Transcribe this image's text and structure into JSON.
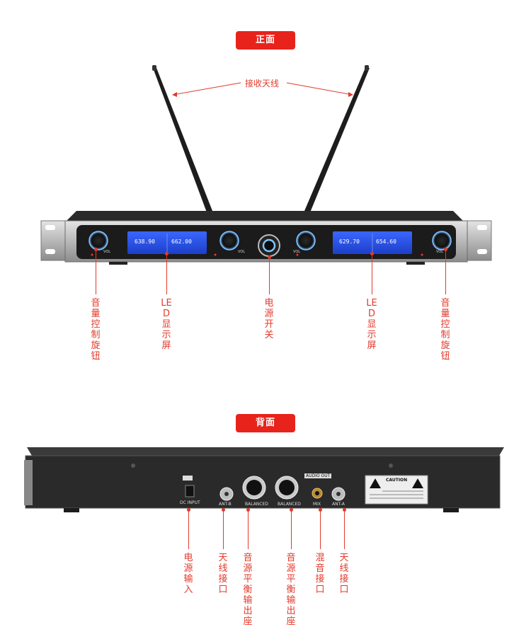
{
  "front": {
    "badge": "正面",
    "antenna_label": "接收天线",
    "display_a": {
      "freq_left": "638.90",
      "freq_right": "662.00"
    },
    "display_b": {
      "freq_left": "629.70",
      "freq_right": "654.60"
    },
    "knob_label": "VOL",
    "callouts": [
      "音量控制旋钮",
      "LED显示屏",
      "电源开关",
      "LED显示屏",
      "音量控制旋钮"
    ]
  },
  "back": {
    "badge": "背面",
    "port_labels": [
      "DC INPUT",
      "ANT-B",
      "BALANCED",
      "BALANCED",
      "MIX",
      "ANT-A"
    ],
    "audio_out": "AUDIO OUT",
    "caution": "CAUTION",
    "callouts": [
      "电源输入",
      "天线接口",
      "音源平衡输出座",
      "音源平衡输出座",
      "混音接口",
      "天线接口"
    ]
  },
  "colors": {
    "accent": "#e8231c",
    "lcd": "#2a53e6"
  }
}
